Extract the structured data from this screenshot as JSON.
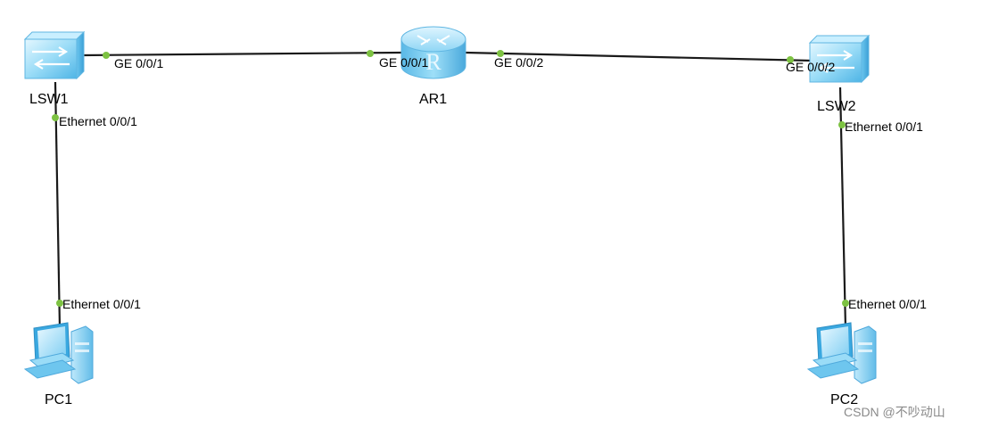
{
  "devices": {
    "lsw1": {
      "name": "LSW1",
      "type": "switch"
    },
    "ar1": {
      "name": "AR1",
      "type": "router",
      "glyph": "R"
    },
    "lsw2": {
      "name": "LSW2",
      "type": "switch"
    },
    "pc1": {
      "name": "PC1",
      "type": "pc"
    },
    "pc2": {
      "name": "PC2",
      "type": "pc"
    }
  },
  "links": [
    {
      "from": "lsw1",
      "from_port": "GE 0/0/1",
      "to": "ar1",
      "to_port": "GE 0/0/1"
    },
    {
      "from": "ar1",
      "from_port": "GE 0/0/2",
      "to": "lsw2",
      "to_port": "GE 0/0/2"
    },
    {
      "from": "lsw1",
      "from_port": "Ethernet 0/0/1",
      "to": "pc1",
      "to_port": "Ethernet 0/0/1"
    },
    {
      "from": "lsw2",
      "from_port": "Ethernet 0/0/1",
      "to": "pc2",
      "to_port": "Ethernet 0/0/1"
    }
  ],
  "watermark": "CSDN @不吵动山",
  "colors": {
    "link": "#1a1a1a",
    "port_dot": "#7dc242",
    "device_light": "#cdeeff",
    "device_mid": "#7fd0f5",
    "device_dark": "#3aa8e0"
  }
}
